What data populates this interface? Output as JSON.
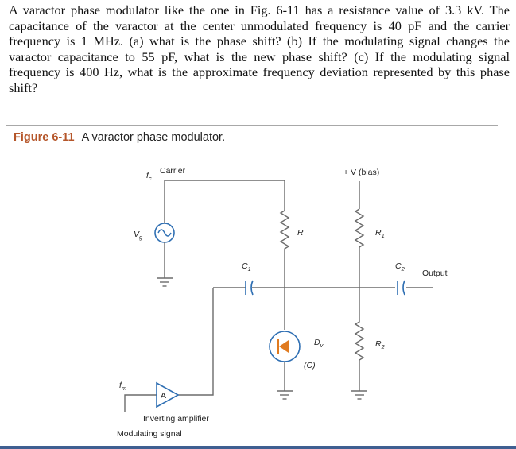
{
  "problem_text": "A varactor phase modulator like the one in Fig. 6-11 has a resistance value of 3.3 kV. The capacitance of the varactor at the center unmodulated frequency is 40 pF and the carrier frequency is 1 MHz. (a) what is the phase shift? (b) If the modulating signal changes the varactor capacitance to 55 pF, what is the new phase shift? (c) If the modulating signal frequency is 400 Hz, what is the approximate frequency deviation represented by this phase shift?",
  "figure": {
    "number": "Figure 6-11",
    "title": "A varactor phase modulator."
  },
  "circuit": {
    "carrier_label": "Carrier",
    "fc_label": "f",
    "fc_sub": "c",
    "vg_label": "V",
    "vg_sub": "g",
    "c1_label": "C",
    "c1_sub": "1",
    "r_label": "R",
    "bias_label": "+ V (bias)",
    "r1_label": "R",
    "r1_sub": "1",
    "c2_label": "C",
    "c2_sub": "2",
    "output_label": "Output",
    "dv_label": "D",
    "dv_sub": "v",
    "dv_paren": "(C)",
    "r2_label": "R",
    "r2_sub": "2",
    "fm_label": "f",
    "fm_sub": "m",
    "amp_letter": "A",
    "amp_label": "Inverting amplifier",
    "mod_label": "Modulating signal"
  },
  "colors": {
    "figure_number": "#b5562a",
    "source_circle": "#2f6fb3",
    "varactor_circle": "#2f6fb3",
    "varactor_diode": "#e07a1f",
    "capacitor": "#2f6fb3",
    "bottom_bar": "#3f5f91"
  }
}
